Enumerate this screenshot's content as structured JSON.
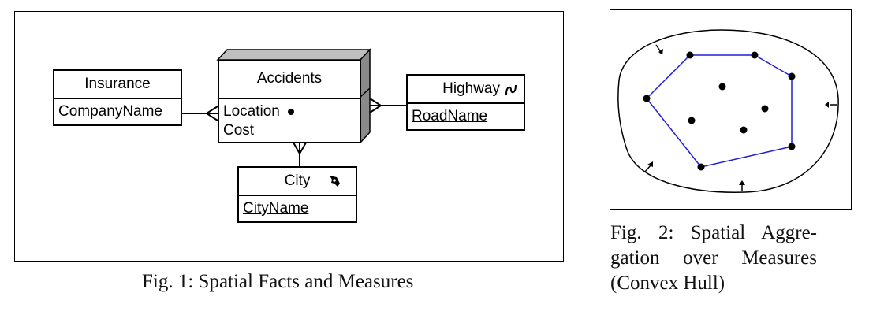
{
  "figure1": {
    "caption": "Fig. 1: Spatial Facts and Measures",
    "fact": {
      "name": "Accidents",
      "measures": [
        "Location",
        "Cost"
      ],
      "location_marker": "point-icon"
    },
    "dimensions": {
      "insurance": {
        "name": "Insurance",
        "attribute": "CompanyName"
      },
      "highway": {
        "name": "Highway",
        "attribute": "RoadName",
        "icon": "line-icon"
      },
      "city": {
        "name": "City",
        "attribute": "CityName",
        "icon": "region-icon"
      }
    }
  },
  "figure2": {
    "caption_lines": [
      "Fig. 2: Spatial Aggre-",
      "gation over Measures",
      "(Convex Hull)"
    ],
    "hull_color": "#1f1fd6"
  }
}
